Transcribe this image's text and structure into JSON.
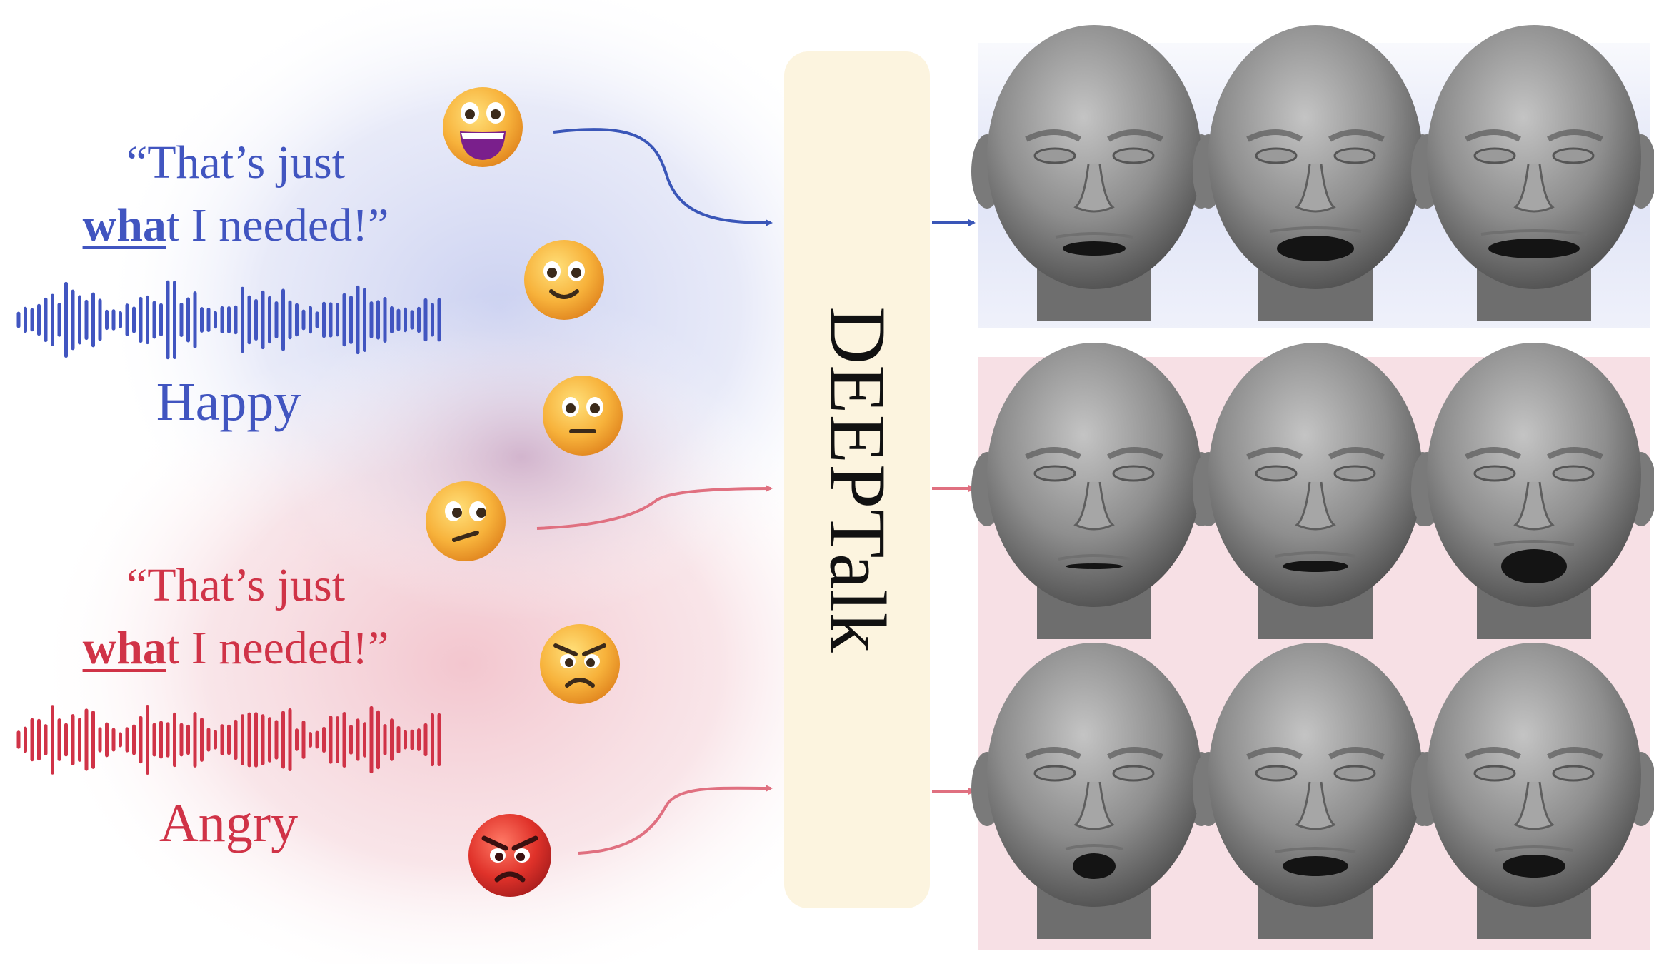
{
  "happy": {
    "quote_prefix": "“That’s just",
    "quote_highlight": "wha",
    "quote_suffix": "t I needed!”",
    "label": "Happy",
    "color": "#4155c0",
    "background_tint": "#dfe3f6"
  },
  "angry": {
    "quote_prefix": "“That’s just",
    "quote_highlight": "wha",
    "quote_suffix": "t I needed!”",
    "label": "Angry",
    "color": "#d03347",
    "background_tint": "#f6dde2"
  },
  "model": {
    "label": "DEEPTalk",
    "box_color": "#fcf4df"
  },
  "emojis": [
    "grinning-face",
    "smiling-face",
    "neutral-face",
    "skeptical-face",
    "angry-face",
    "enraged-face"
  ],
  "face_rows": [
    {
      "emotion": "happy",
      "faces": [
        "face-happy-1",
        "face-happy-2",
        "face-happy-3"
      ]
    },
    {
      "emotion": "angry",
      "intensity": "moderate",
      "faces": [
        "face-angry-mild-1",
        "face-angry-mild-2",
        "face-angry-mild-3"
      ]
    },
    {
      "emotion": "angry",
      "intensity": "strong",
      "faces": [
        "face-angry-strong-1",
        "face-angry-strong-2",
        "face-angry-strong-3"
      ]
    }
  ]
}
